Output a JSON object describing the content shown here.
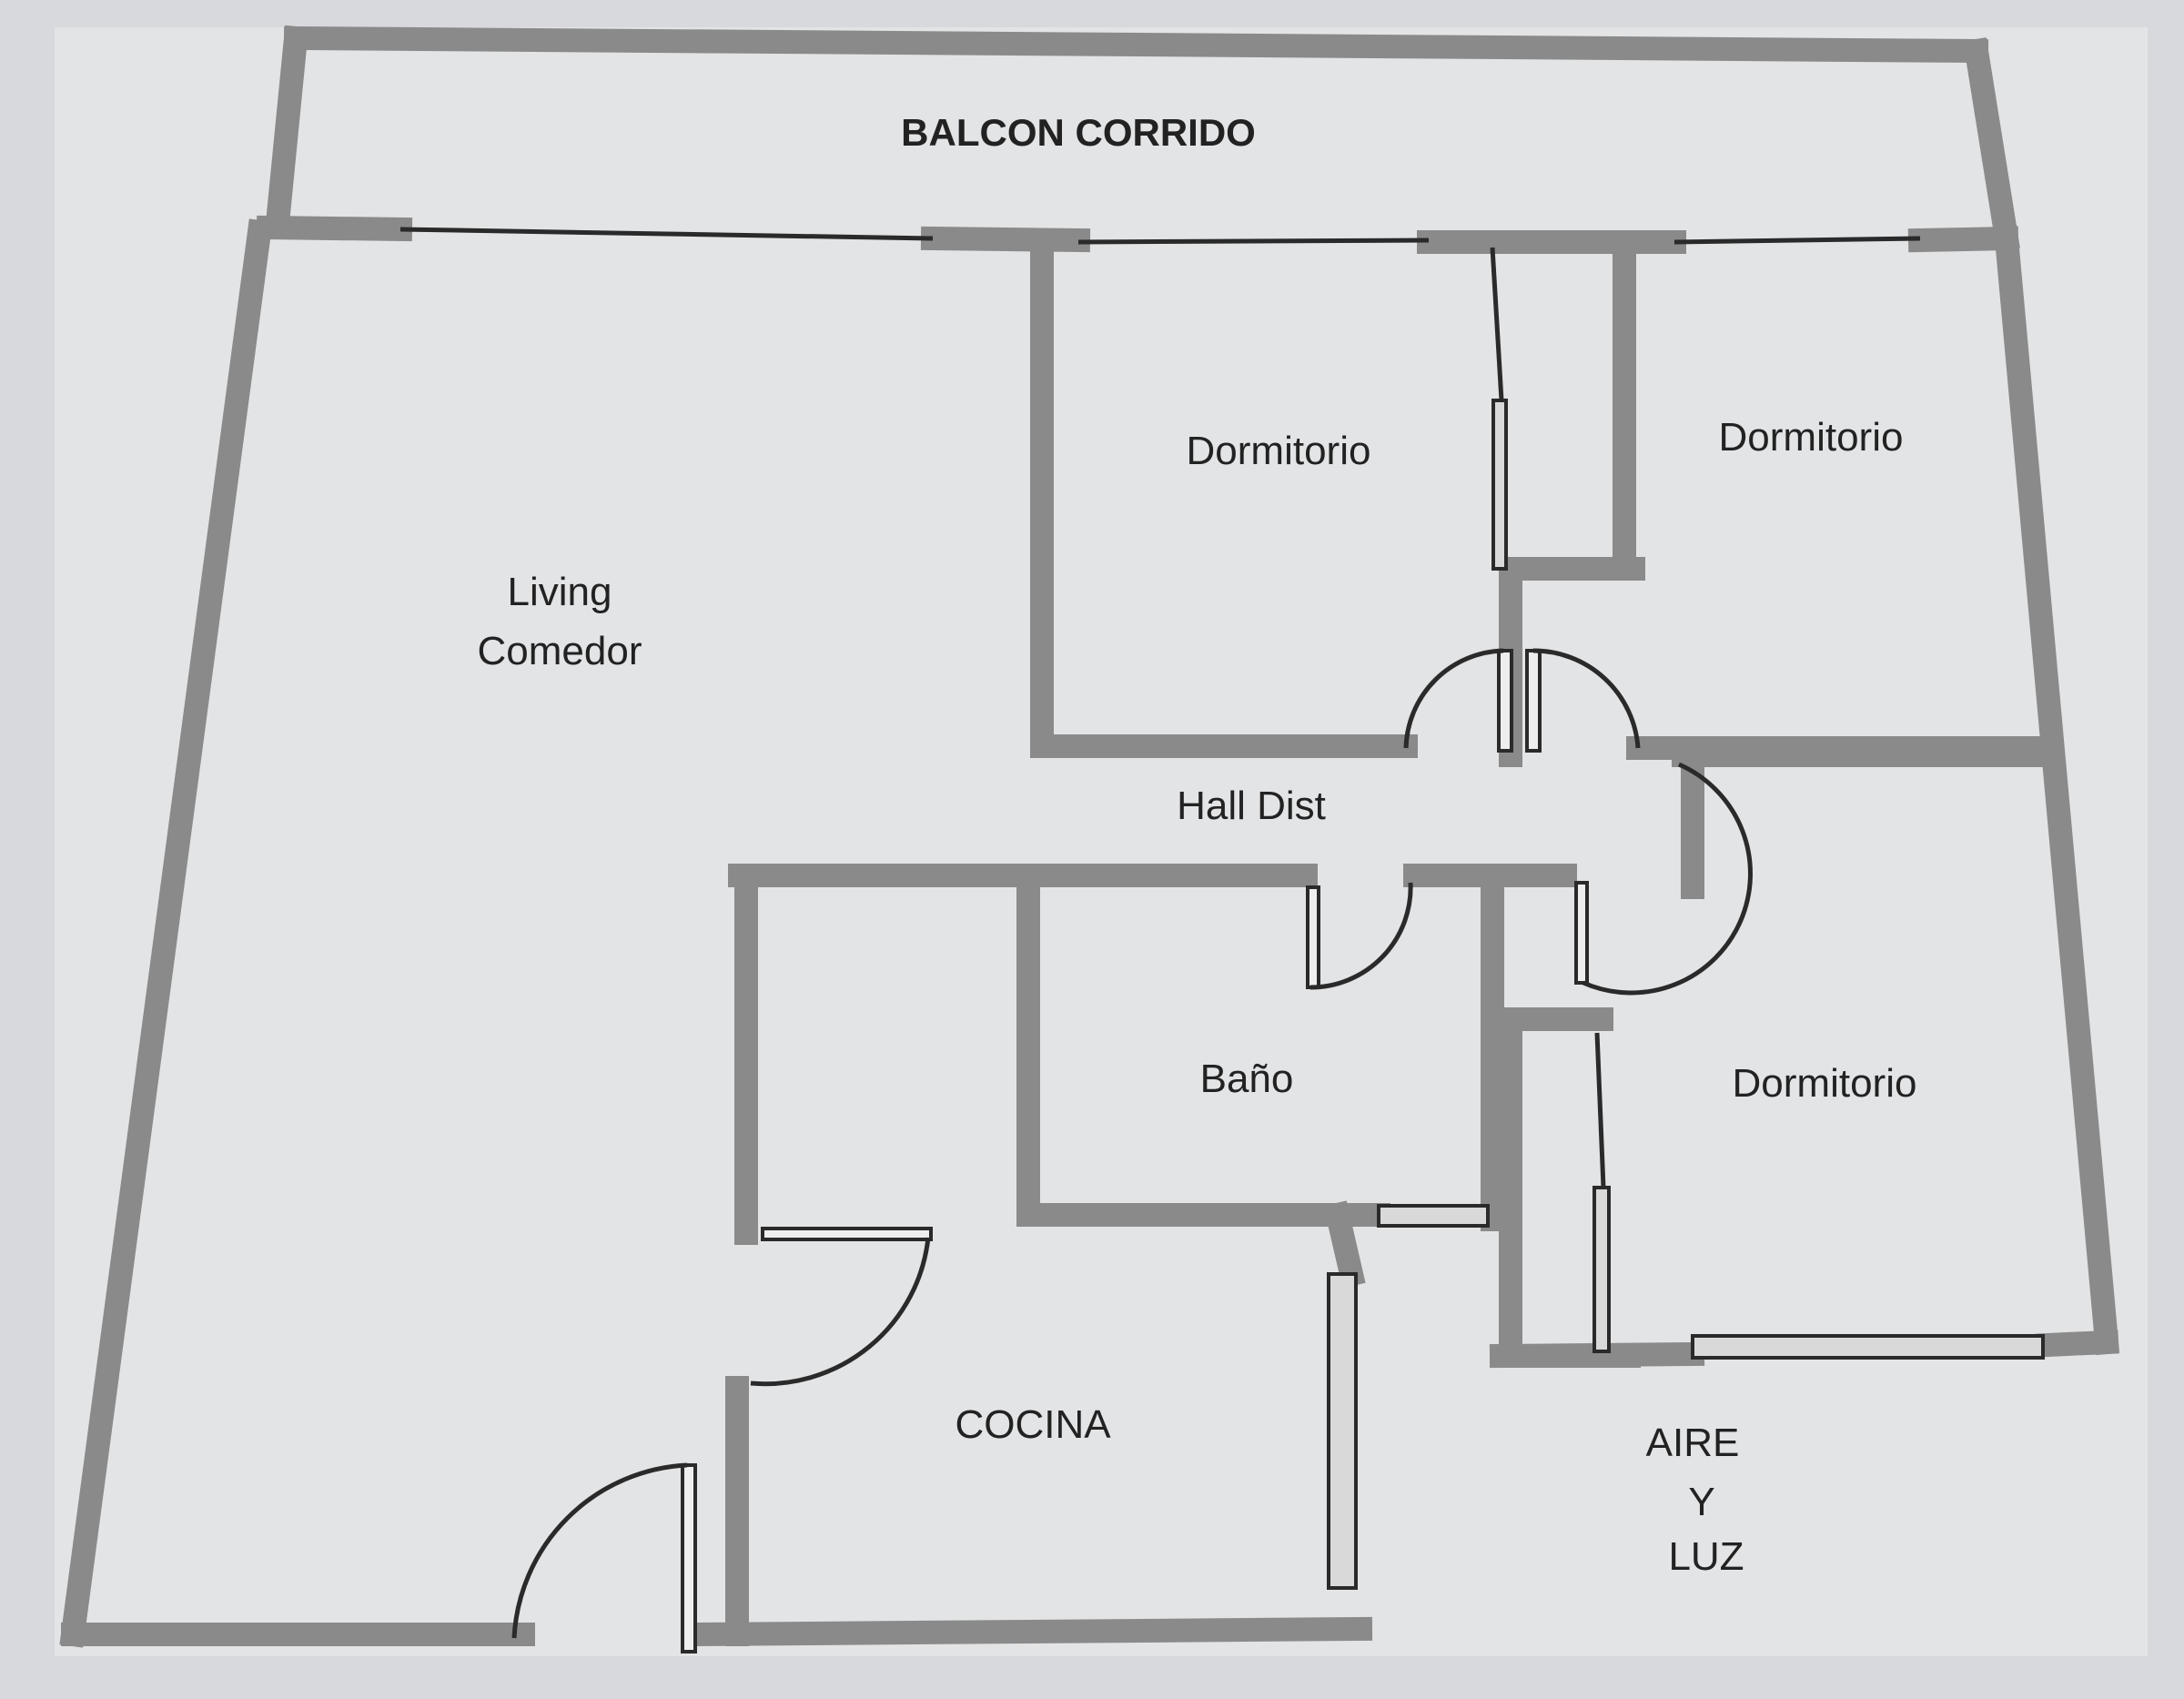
{
  "rooms": {
    "balcon": "BALCON CORRIDO",
    "living_1": "Living",
    "living_2": "Comedor",
    "dorm_1": "Dormitorio",
    "dorm_2": "Dormitorio",
    "dorm_3": "Dormitorio",
    "hall": "Hall Dist",
    "bano": "Baño",
    "cocina": "COCINA",
    "aire_1": "AIRE",
    "aire_2": "Y",
    "aire_3": "LUZ"
  },
  "colors": {
    "paper": "#d5d7da",
    "wall": "#8a8a8a",
    "line": "#2a2a2a"
  }
}
